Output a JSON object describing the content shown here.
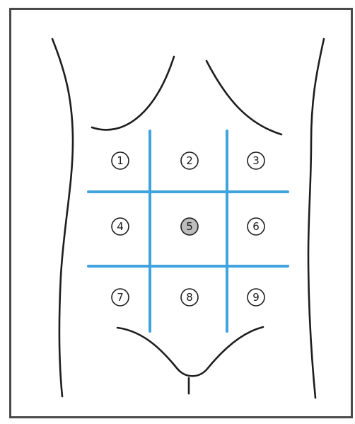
{
  "regions": [
    {
      "id": "region-1",
      "number": "1",
      "highlighted": false
    },
    {
      "id": "region-4",
      "number": "4",
      "highlighted": false
    },
    {
      "id": "region-7",
      "number": "7",
      "highlighted": false
    },
    {
      "id": "region-2",
      "number": "2",
      "highlighted": false
    },
    {
      "id": "region-5",
      "number": "5",
      "highlighted": true
    },
    {
      "id": "region-8",
      "number": "8",
      "highlighted": false
    },
    {
      "id": "region-3",
      "number": "3",
      "highlighted": false
    },
    {
      "id": "region-6",
      "number": "6",
      "highlighted": false
    },
    {
      "id": "region-9",
      "number": "9",
      "highlighted": false
    }
  ],
  "colors": {
    "grid_line": "#3fa3de",
    "outline": "#1e1e1e",
    "frame": "#4a4a4a",
    "highlight_fill": "#bdbdbd"
  }
}
